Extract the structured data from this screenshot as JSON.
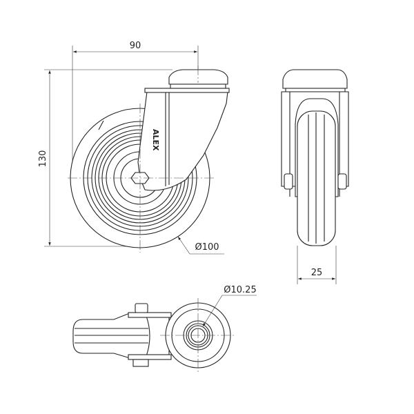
{
  "drawing": {
    "dimensions": {
      "width": "90",
      "height": "130",
      "wheel_diameter": "Ø100",
      "wheel_width": "25",
      "bolt_hole_diameter": "Ø10.25"
    },
    "logo_text": "ALEX"
  }
}
